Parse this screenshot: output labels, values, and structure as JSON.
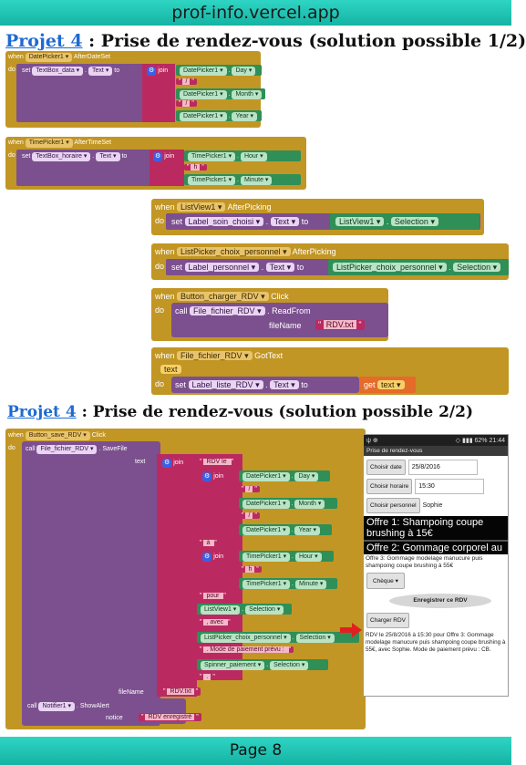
{
  "header": "prof-info.vercel.app",
  "footer": "Page 8",
  "title1": {
    "projet": "Projet 4",
    "rest": " : Prise de rendez-vous (solution possible 1/2)"
  },
  "title2": {
    "projet": "Projet 4",
    "rest": " : Prise de rendez-vous (solution possible 2/2)"
  },
  "kw": {
    "when": "when",
    "do": "do",
    "set": "set",
    "to": "to",
    "join": "join",
    "call": "call",
    "text": "text",
    "get": "get",
    "fileName": "fileName",
    "notice": "notice"
  },
  "b1": {
    "comp": "DatePicker1",
    "event": "AfterDateSet",
    "target": "TextBox_data",
    "prop": "Text",
    "day": "Day",
    "month": "Month",
    "year": "Year",
    "sep": "/"
  },
  "b2": {
    "comp": "TimePicker1",
    "event": "AfterTimeSet",
    "target": "TextBox_horaire",
    "prop": "Text",
    "hour": "Hour",
    "minute": "Minute",
    "sep": "h"
  },
  "b3": {
    "comp": "ListView1",
    "event": "AfterPicking",
    "target": "Label_soin_choisi",
    "prop": "Text",
    "src": "ListView1",
    "srcprop": "Selection"
  },
  "b4": {
    "comp": "ListPicker_choix_personnel",
    "event": "AfterPicking",
    "target": "Label_personnel",
    "prop": "Text",
    "src": "ListPicker_choix_personnel",
    "srcprop": "Selection"
  },
  "b5": {
    "comp": "Button_charger_RDV",
    "event": "Click",
    "call": "File_fichier_RDV",
    "method": "ReadFrom",
    "file": "RDV.txt"
  },
  "b6": {
    "comp": "File_fichier_RDV",
    "event": "GotText",
    "param": "text",
    "target": "Label_liste_RDV",
    "prop": "Text",
    "get": "text"
  },
  "b7": {
    "comp": "Button_save_RDV",
    "event": "Click",
    "call": "File_fichier_RDV",
    "method": "SaveFile",
    "rdvle": "RDV le ",
    "a": " à ",
    "pour": " pour ",
    "avec": ", avec ",
    "mode": ". Mode de paiement prévu : ",
    "dot": ".",
    "lv": "ListView1",
    "lp": "ListPicker_choix_personnel",
    "sp": "Spinner_paiement",
    "sel": "Selection",
    "file": "RDV.txt",
    "notifier": "Notifier1",
    "alert": "ShowAlert",
    "saved": "RDV enregistré"
  },
  "phone": {
    "status_time": "21:44",
    "status_batt": "62%",
    "app_title": "Prise de rendez-vous",
    "btn_date": "Choisir date",
    "date_val": "25/8/2016",
    "btn_time": "Choisir horaire",
    "time_val": "15:30",
    "btn_staff": "Choisir personnel",
    "staff_val": "Sophie",
    "offre1": "Offre 1: Shampoing coupe brushing à 15€",
    "offre2": "Offre 2: Gommage corporel au",
    "offre3": "Offre 3: Gommage modelage manucure puis shampoing coupe brushing à 55€",
    "payment": "Chèque",
    "save_btn": "Enregistrer ce RDV",
    "load_btn": "Charger RDV",
    "rdv_text": "RDV le 25/8/2016 à 15:30 pour Offre 3: Gommage modelage manucure puis shampoing coupe brushing à 55€, avec Sophie. Mode de paiement prévu : CB."
  }
}
